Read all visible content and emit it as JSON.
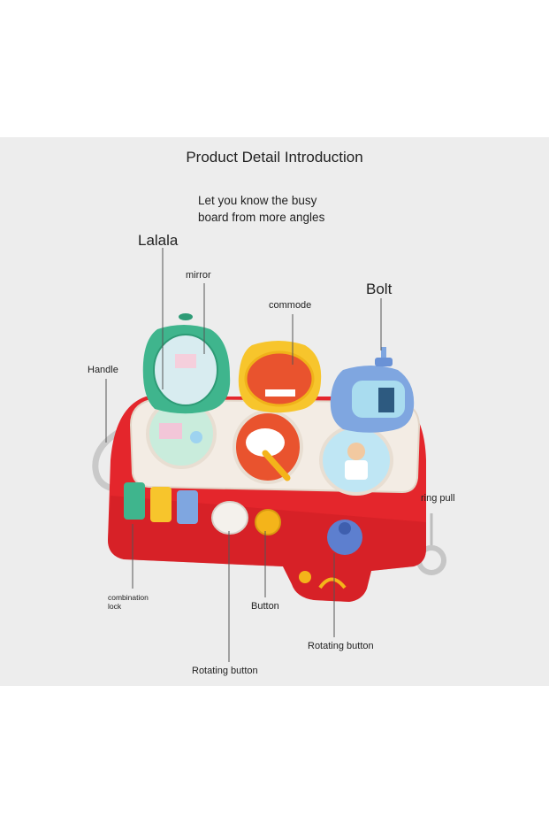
{
  "heading": "Product Detail Introduction",
  "subtitle": [
    "Let you know the busy",
    "board from more angles"
  ],
  "labels": {
    "lalala": "Lalala",
    "mirror": "mirror",
    "commode": "commode",
    "bolt": "Bolt",
    "handle": "Handle",
    "ring_pull": "ring pull",
    "combination_lock": [
      "combination",
      "lock"
    ],
    "button": "Button",
    "rotating_button_right": "Rotating button",
    "rotating_button_bottom": "Rotating button"
  },
  "colors": {
    "background": "#ededed",
    "toy_body": "#e4262c",
    "tray": "#f3ece4",
    "green_lid": "#3fb58d",
    "yellow_lid": "#f7c52c",
    "blue_lid": "#7fa6e0",
    "knob_blue": "#5d7fcf",
    "button_yellow": "#f4b41a"
  }
}
